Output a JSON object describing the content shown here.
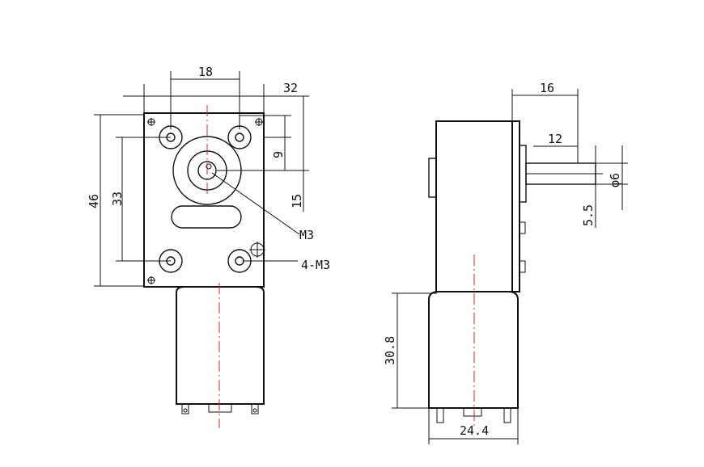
{
  "colors": {
    "line": "#111111",
    "centerline": "#d62828",
    "background": "#ffffff"
  },
  "front_view": {
    "dimensions": {
      "top_hole_spacing": "18",
      "top_right": "32",
      "shaft_offset": "9",
      "shaft_to_holes": "15",
      "overall_height": "46",
      "hole_vertical_spacing": "33"
    },
    "callouts": {
      "shaft_thread": "M3",
      "mount_holes": "4-M3"
    }
  },
  "side_view": {
    "dimensions": {
      "shaft_length": "16",
      "shaft_flat": "12",
      "shaft_diameter": "φ6",
      "shaft_height": "5.5",
      "motor_length": "30.8",
      "motor_width": "24.4"
    }
  }
}
